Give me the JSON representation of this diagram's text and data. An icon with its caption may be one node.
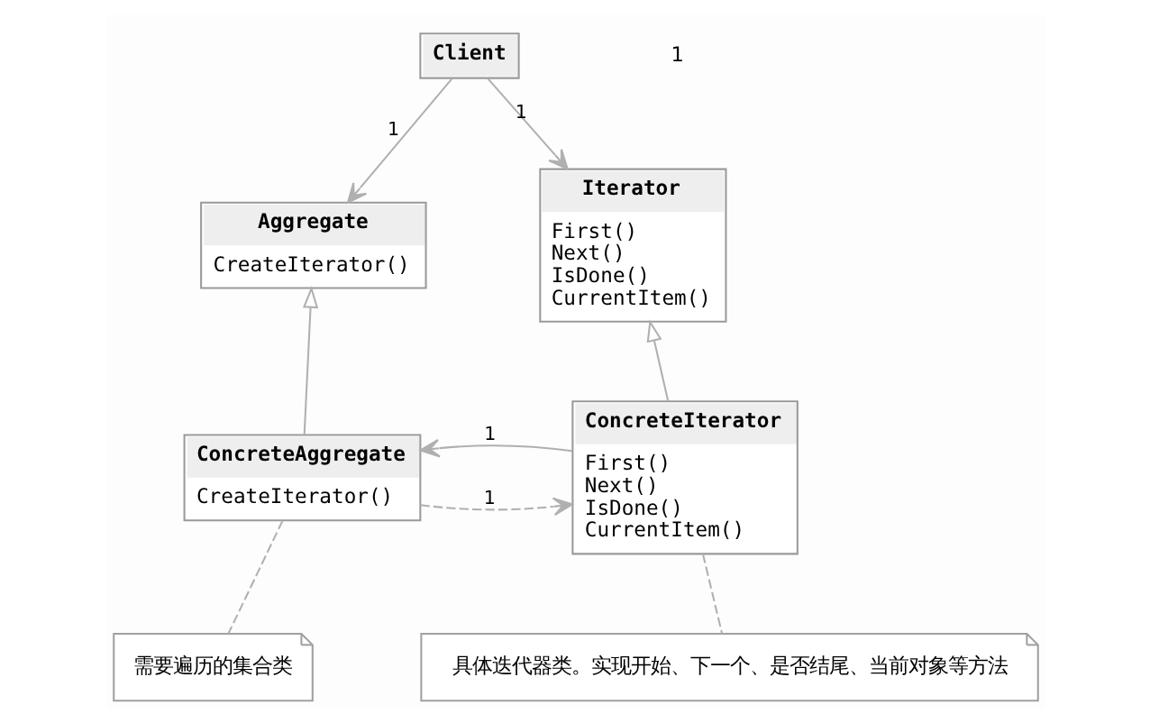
{
  "diagram": {
    "nodes": [
      {
        "text": [
          "Client"
        ]
      },
      {
        "text": [
          "Aggregate",
          "CreateIterator()"
        ]
      },
      {
        "text": [
          "Iterator",
          "First()",
          "Next()",
          "IsDone()",
          "CurrentItem()"
        ]
      },
      {
        "text": [
          "ConcreteAggregate",
          "CreateIterator()"
        ]
      },
      {
        "text": [
          "ConcreteIterator",
          "First()",
          "Next()",
          "IsDone()",
          "CurrentItem()"
        ]
      },
      {
        "text": [
          "需要遍历的集合类"
        ]
      },
      {
        "text": [
          "具体迭代器类。实现开始、下一个、是否结尾、当前对象等方法"
        ]
      }
    ],
    "edges": [
      {
        "from": 0,
        "to": 1,
        "arrow": "to",
        "label": "1"
      },
      {
        "from": 0,
        "to": 2,
        "arrow": "to",
        "label": "1"
      },
      {
        "from": 3,
        "to": 1,
        "arrow": "to"
      },
      {
        "from": 4,
        "to": 2,
        "arrow": "to"
      },
      {
        "from": 3,
        "to": 4,
        "arrow": "to",
        "style": "dashed",
        "label": "1"
      },
      {
        "from": 4,
        "to": 3,
        "arrow": "to",
        "label": "1"
      },
      {
        "from": 3,
        "to": 5,
        "arrow": "none",
        "style": "dashed"
      },
      {
        "from": 4,
        "to": 6,
        "arrow": "none",
        "style": "dashed"
      }
    ],
    "labels": [
      "1"
    ]
  }
}
